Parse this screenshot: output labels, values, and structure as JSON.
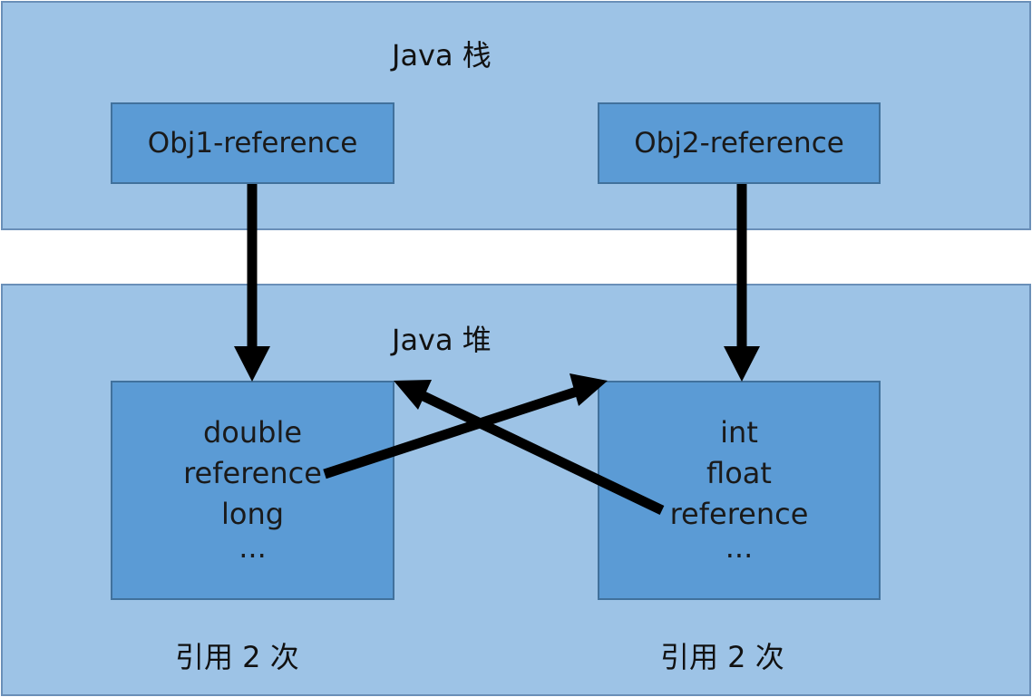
{
  "stack": {
    "title": "Java 栈"
  },
  "heap": {
    "title": "Java 堆"
  },
  "obj1_ref": {
    "label": "Obj1-reference"
  },
  "obj2_ref": {
    "label": "Obj2-reference"
  },
  "obj1": {
    "fields": [
      "double",
      "reference",
      "long",
      "..."
    ],
    "ref_count": "引用 2 次"
  },
  "obj2": {
    "fields": [
      "int",
      "float",
      "reference",
      "..."
    ],
    "ref_count": "引用 2 次"
  },
  "colors": {
    "region": "#9dc3e6",
    "box": "#5b9bd5",
    "arrow": "#000000"
  }
}
